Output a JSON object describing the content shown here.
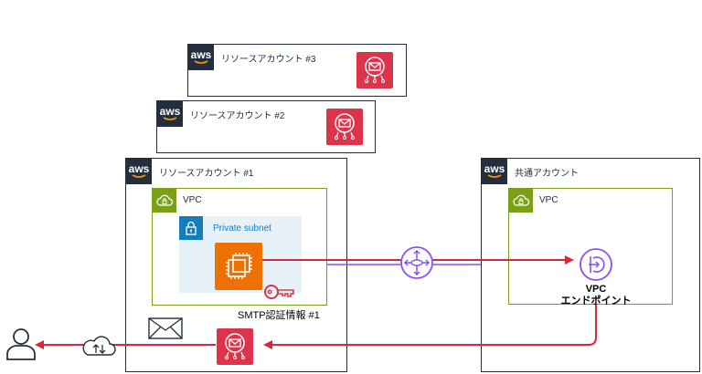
{
  "accounts": {
    "resource3": {
      "aws_logo": "aws",
      "label": "リソースアカウント #3"
    },
    "resource2": {
      "aws_logo": "aws",
      "label": "リソースアカウント #2"
    },
    "resource1": {
      "aws_logo": "aws",
      "label": "リソースアカウント #1"
    },
    "shared": {
      "aws_logo": "aws",
      "label": "共通アカウント"
    }
  },
  "resource1_vpc": {
    "label": "VPC"
  },
  "shared_vpc": {
    "label": "VPC"
  },
  "private_subnet": {
    "label": "Private subnet"
  },
  "smtp_credentials": {
    "label": "SMTP認証情報 #1"
  },
  "vpc_endpoint": {
    "line1": "VPC",
    "line2": "エンドポイント"
  },
  "icons": [
    "ses-icon",
    "ec2-instance-icon",
    "key-icon",
    "padlock-icon",
    "vpc-cloud-icon",
    "transit-gateway-icon",
    "privatelink-endpoint-icon",
    "mail-envelope-icon",
    "cloud-transfer-icon",
    "user-icon"
  ],
  "colors": {
    "aws_dark": "#232f3e",
    "ses_red": "#dd344c",
    "ec2_orange": "#ed7100",
    "vpc_green": "#7aa116",
    "subnet_blue": "#147eba",
    "subnet_fill": "#e6f2f8",
    "network_purple": "#8c4fff",
    "arrow_red": "#d9263b"
  }
}
